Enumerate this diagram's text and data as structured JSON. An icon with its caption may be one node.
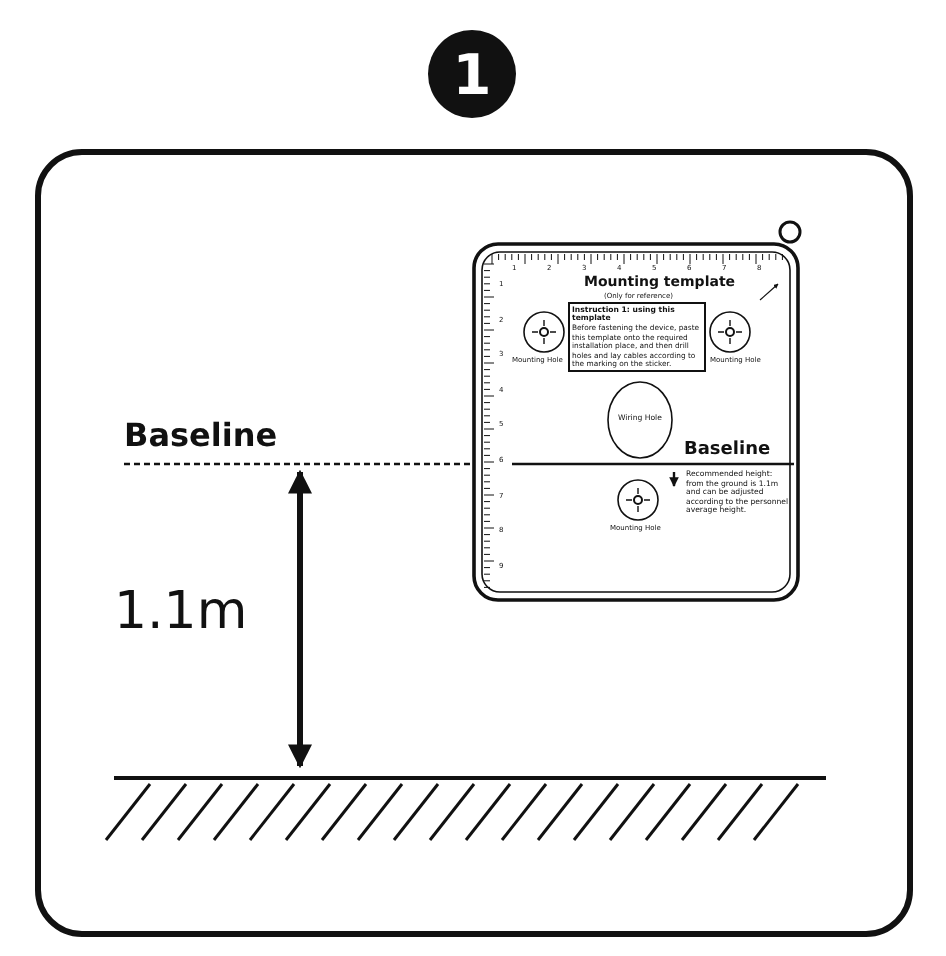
{
  "diagram": {
    "nodes": [
      {
        "text": [
          "1"
        ]
      },
      {
        "text": [
          "Instruction 1: using this template",
          "Before fastening the device, paste this template onto the required installation place, and then drill holes and lay cables according to the marking on the sticker."
        ]
      }
    ],
    "labels": [
      "Baseline",
      "1.1m",
      "Mounting template",
      "(Only for reference)",
      "Mounting Hole",
      "Mounting Hole",
      "Wiring Hole",
      "Baseline",
      "Recommended height: from the ground is 1.1m and can be adjusted according to the personnel average height.",
      "Mounting Hole",
      "1",
      "2",
      "3",
      "4",
      "5",
      "6",
      "7",
      "8",
      "1",
      "2",
      "3",
      "4",
      "5",
      "6",
      "7",
      "8",
      "9"
    ]
  }
}
